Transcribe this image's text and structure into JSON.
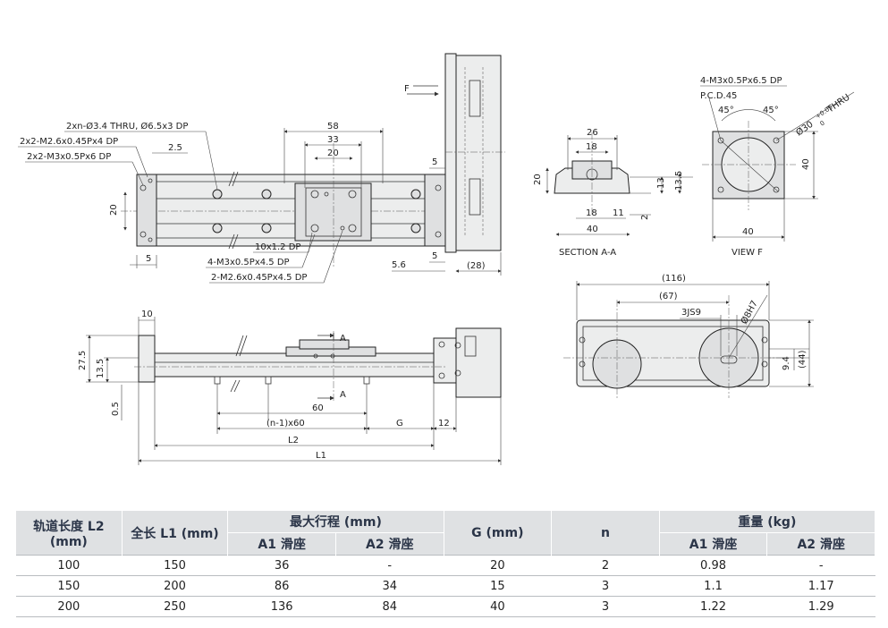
{
  "drawing": {
    "labels": {
      "hole_thru": "2xn-Ø3.4 THRU, Ø6.5x3 DP",
      "m26_side": "2x2-M2.6x0.45Px4 DP",
      "m3_side": "2x2-M3x0.5Px6 DP",
      "d58": "58",
      "d33": "33",
      "d20_top": "20",
      "d2_5": "2.5",
      "d20_left": "20",
      "d5_a": "5",
      "d5_b": "5",
      "d5_c": "5",
      "d5_6": "5.6",
      "d28": "(28)",
      "slot": "10x1.2 DP",
      "m3_carriage": "4-M3x0.5Px4.5 DP",
      "m26_carriage": "2-M2.6x0.45Px4.5 DP",
      "f_arrow": "F",
      "s26": "26",
      "s18_top": "18",
      "s20": "20",
      "s18_bot": "18",
      "s11": "11",
      "s40": "40",
      "s13": "13",
      "s13_5": "13.5",
      "s2": "2",
      "section": "SECTION A-A",
      "f_m3": "4-M3x0.5Px6.5 DP",
      "f_pcd": "P.C.D.45",
      "f_45a": "45°",
      "f_45b": "45°",
      "f_d30": "Ø30",
      "f_tol_p": "+0.05",
      "f_tol_m": "0",
      "f_thru": "THRU",
      "f_40w": "40",
      "f_40h": "40",
      "view_f": "VIEW F",
      "b116": "(116)",
      "b67": "(67)",
      "b3js9": "3JS9",
      "b8h7": "Ø8H7",
      "b9_4": "9.4",
      "b44": "(44)",
      "e10": "10",
      "e27_5": "27.5",
      "e13_5": "13.5",
      "e0_5": "0.5",
      "eA_top": "A",
      "eA_bot": "A",
      "e60": "60",
      "en60": "(n-1)x60",
      "eG": "G",
      "e12": "12",
      "eL2": "L2",
      "eL1": "L1"
    }
  },
  "table": {
    "headers": {
      "rail": "轨道长度 L2 (mm)",
      "total": "全长 L1 (mm)",
      "stroke": "最大行程 (mm)",
      "g": "G (mm)",
      "n": "n",
      "weight": "重量 (kg)",
      "stroke_a1": "A1 滑座",
      "stroke_a2": "A2 滑座",
      "weight_a1": "A1 滑座",
      "weight_a2": "A2 滑座"
    },
    "rows": [
      [
        "100",
        "150",
        "36",
        "-",
        "20",
        "2",
        "0.98",
        "-"
      ],
      [
        "150",
        "200",
        "86",
        "34",
        "15",
        "3",
        "1.1",
        "1.17"
      ],
      [
        "200",
        "250",
        "136",
        "84",
        "40",
        "3",
        "1.22",
        "1.29"
      ]
    ]
  }
}
